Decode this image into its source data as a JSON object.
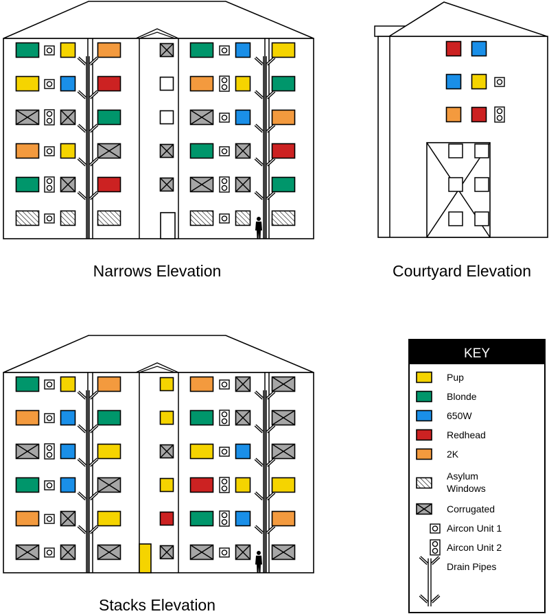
{
  "colors": {
    "pup": "#f5d400",
    "blonde": "#00966b",
    "w650": "#1a8fe8",
    "redhead": "#cc2222",
    "k2": "#f39a3e",
    "corrugated": "#a6a6a6",
    "stroke": "#000000",
    "key_header_bg": "#000000"
  },
  "captions": {
    "narrows": "Narrows Elevation",
    "courtyard": "Courtyard Elevation",
    "stacks": "Stacks Elevation"
  },
  "key": {
    "title": "KEY",
    "items": [
      {
        "type": "pup",
        "label": "Pup"
      },
      {
        "type": "blonde",
        "label": "Blonde"
      },
      {
        "type": "w650",
        "label": "650W"
      },
      {
        "type": "redhead",
        "label": "Redhead"
      },
      {
        "type": "k2",
        "label": "2K"
      },
      {
        "type": "asylum",
        "label": "Asylum Windows"
      },
      {
        "type": "corrugated",
        "label": "Corrugated"
      },
      {
        "type": "ac1",
        "label": "Aircon Unit 1"
      },
      {
        "type": "ac2",
        "label": "Aircon Unit 2"
      },
      {
        "type": "drain",
        "label": "Drain Pipes"
      }
    ]
  },
  "narrows": {
    "rows": [
      [
        "blonde",
        "ac1",
        "pup",
        "k2",
        "corr",
        "blonde",
        "ac1",
        "w650",
        "pup"
      ],
      [
        "pup",
        "ac1",
        "w650",
        "redhead",
        "white",
        "k2",
        "ac2",
        "pup",
        "blonde"
      ],
      [
        "corr",
        "ac2",
        "corr",
        "blonde",
        "white",
        "corr",
        "ac1",
        "w650",
        "k2"
      ],
      [
        "k2",
        "ac1",
        "pup",
        "corr",
        "corr",
        "blonde",
        "ac1",
        "corr",
        "redhead"
      ],
      [
        "blonde",
        "ac2",
        "corr",
        "redhead",
        "corr",
        "corr",
        "ac2",
        "corr",
        "blonde"
      ],
      [
        "asylum",
        "ac1",
        "asylum",
        "asylum",
        "door",
        "asylum",
        "ac1",
        "asylum",
        "asylum"
      ]
    ]
  },
  "stacks": {
    "rows": [
      [
        "blonde",
        "ac1",
        "pup",
        "k2",
        "pup",
        "k2",
        "ac1",
        "corr",
        "corr"
      ],
      [
        "k2",
        "ac1",
        "w650",
        "blonde",
        "pup",
        "blonde",
        "ac2",
        "corr",
        "corr"
      ],
      [
        "corr",
        "ac2",
        "w650",
        "pup",
        "corr",
        "pup",
        "ac1",
        "w650",
        "corr"
      ],
      [
        "blonde",
        "ac1",
        "w650",
        "corr",
        "pup",
        "redhead",
        "ac2",
        "pup",
        "pup"
      ],
      [
        "k2",
        "ac1",
        "corr",
        "pup",
        "redhead",
        "blonde",
        "ac2",
        "w650",
        "k2"
      ],
      [
        "corr",
        "ac1",
        "corr",
        "corr",
        "corr",
        "corr",
        "ac1",
        "corr",
        "corr"
      ]
    ]
  },
  "courtyard": {
    "rows": [
      [
        "redhead",
        "w650",
        ""
      ],
      [
        "w650",
        "pup",
        "ac1"
      ],
      [
        "k2",
        "redhead",
        "ac2"
      ]
    ]
  }
}
